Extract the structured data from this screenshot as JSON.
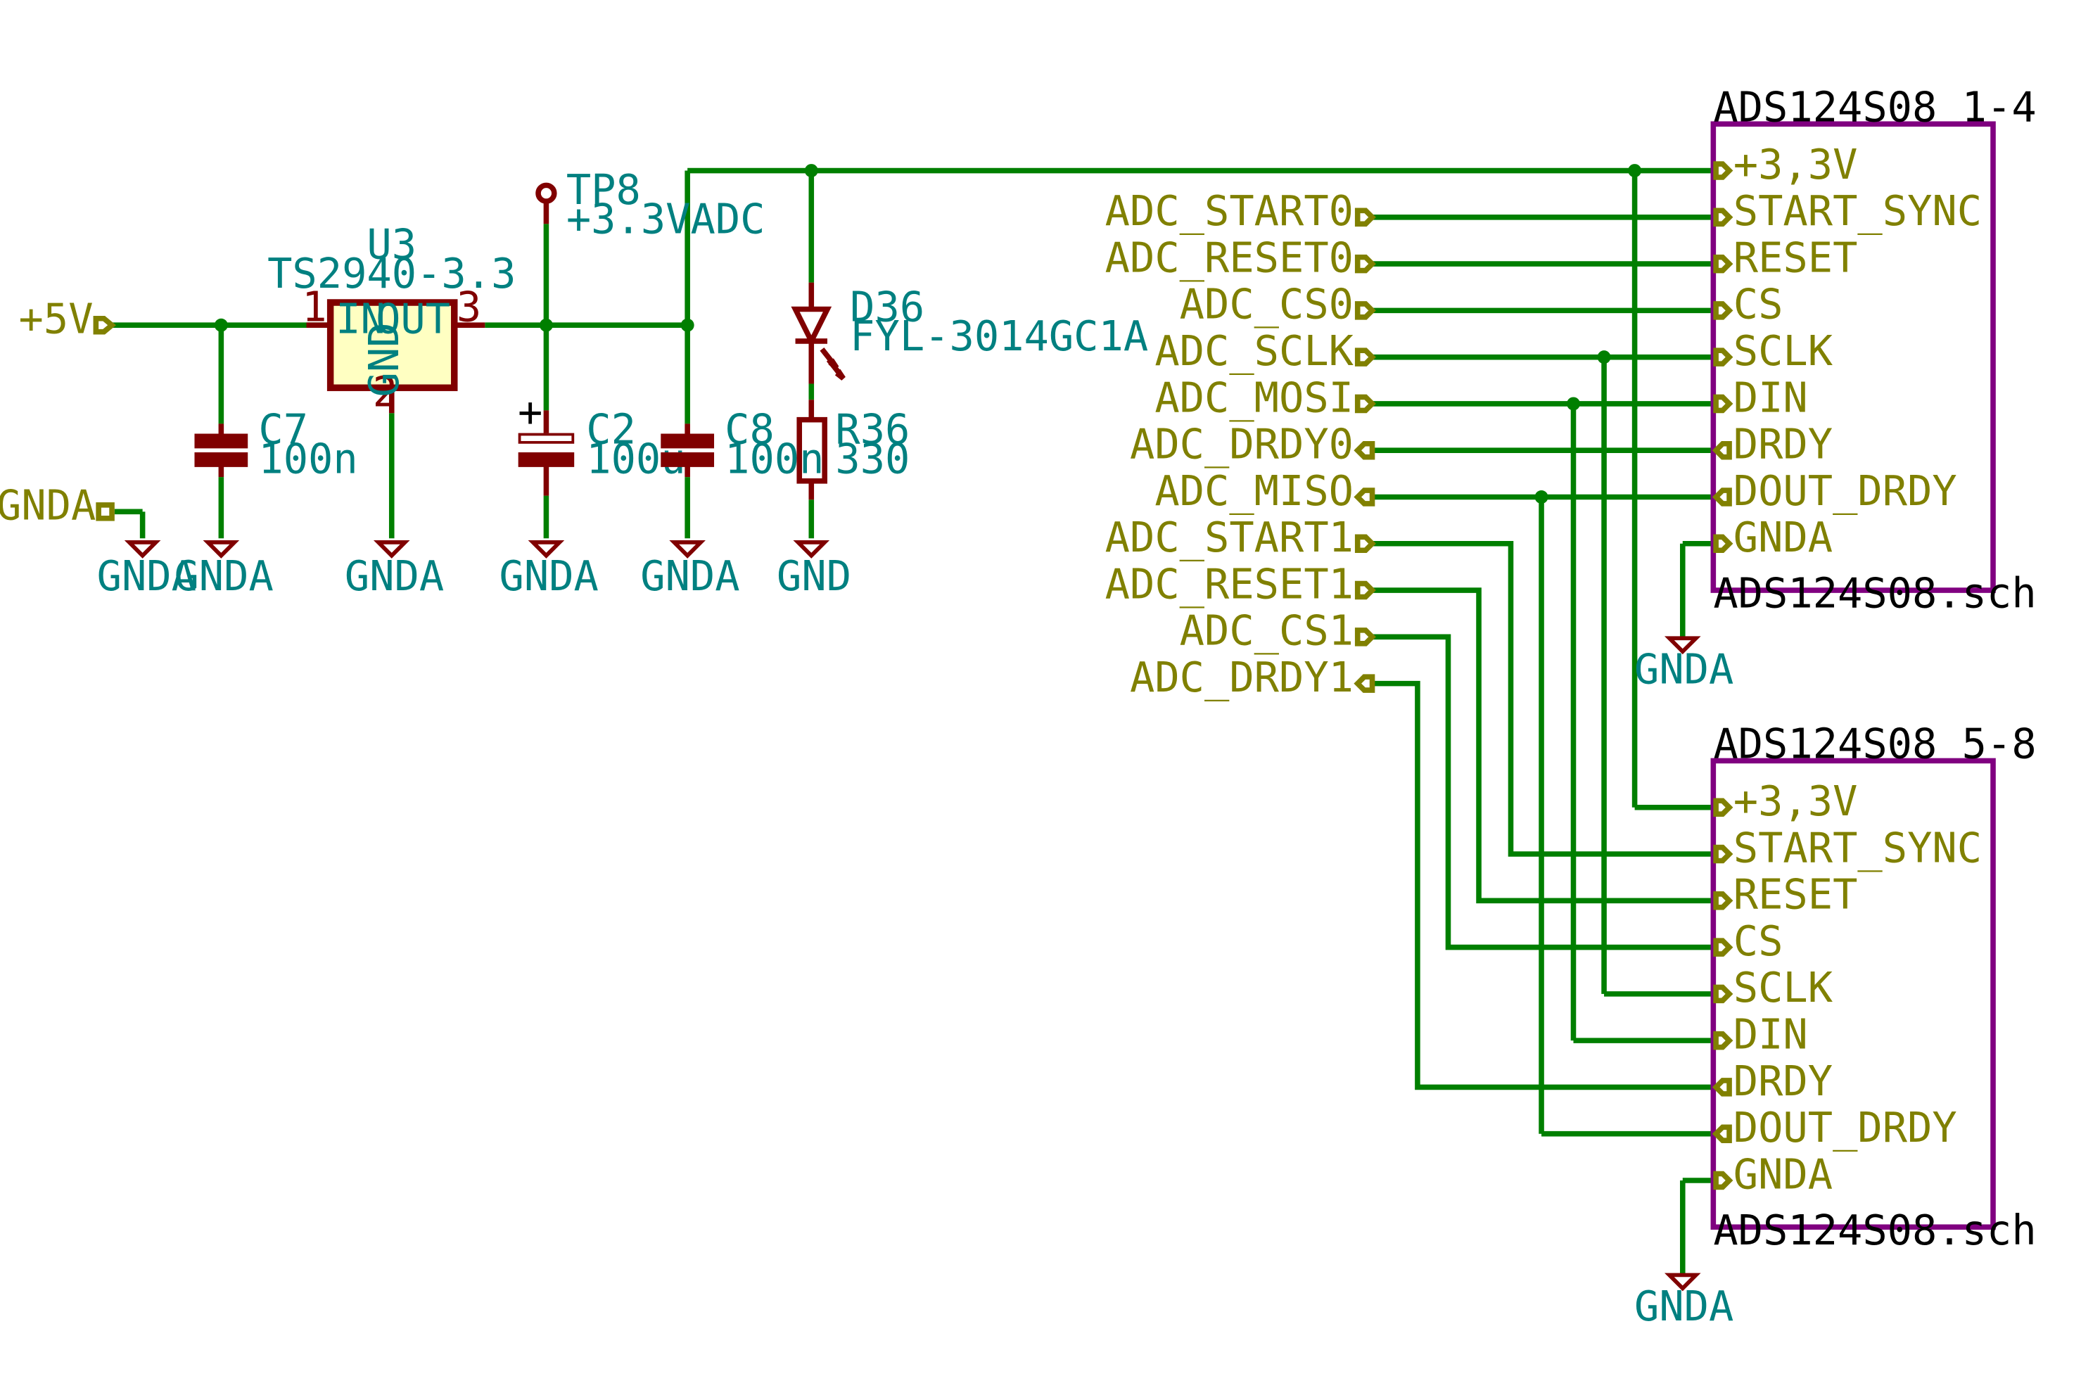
{
  "colors": {
    "wire": "#007f00",
    "component": "#800000",
    "component_fill": "#ffffc2",
    "sheet_border": "#800080",
    "hier_label": "#808000",
    "ref_text": "#008080"
  },
  "power": {
    "input_label": "+5V",
    "gnda_label": "GNDA",
    "gnda_symbols": [
      "GNDA",
      "GNDA",
      "GNDA",
      "GNDA",
      "GNDA"
    ],
    "gnd_symbol": "GND"
  },
  "regulator": {
    "ref": "U3",
    "value": "TS2940-3.3",
    "pin_in_num": "1",
    "pin_in_name": "IN",
    "pin_out_num": "3",
    "pin_out_name": "OUT",
    "pin_gnd_num": "2",
    "pin_gnd_name": "GND"
  },
  "testpoint": {
    "ref": "TP8",
    "value": "+3.3VADC"
  },
  "capacitors": [
    {
      "ref": "C7",
      "value": "100n"
    },
    {
      "ref": "C2",
      "value": "100u",
      "polarity": "+"
    },
    {
      "ref": "C8",
      "value": "100n"
    }
  ],
  "led": {
    "ref": "D36",
    "value": "FYL-3014GC1A"
  },
  "resistor": {
    "ref": "R36",
    "value": "330"
  },
  "labels_left": [
    "ADC_START0",
    "ADC_RESET0",
    "ADC_CS0",
    "ADC_SCLK",
    "ADC_MOSI",
    "ADC_DRDY0",
    "ADC_MISO",
    "ADC_START1",
    "ADC_RESET1",
    "ADC_CS1",
    "ADC_DRDY1"
  ],
  "sheets": [
    {
      "name": "ADS124S08 1-4",
      "file": "ADS124S08.sch",
      "pins": [
        "+3,3V",
        "START_SYNC",
        "RESET",
        "CS",
        "SCLK",
        "DIN",
        "DRDY",
        "DOUT_DRDY",
        "GNDA"
      ],
      "gnda_label": "GNDA"
    },
    {
      "name": "ADS124S08 5-8",
      "file": "ADS124S08.sch",
      "pins": [
        "+3,3V",
        "START_SYNC",
        "RESET",
        "CS",
        "SCLK",
        "DIN",
        "DRDY",
        "DOUT_DRDY",
        "GNDA"
      ],
      "gnda_label": "GNDA"
    }
  ]
}
